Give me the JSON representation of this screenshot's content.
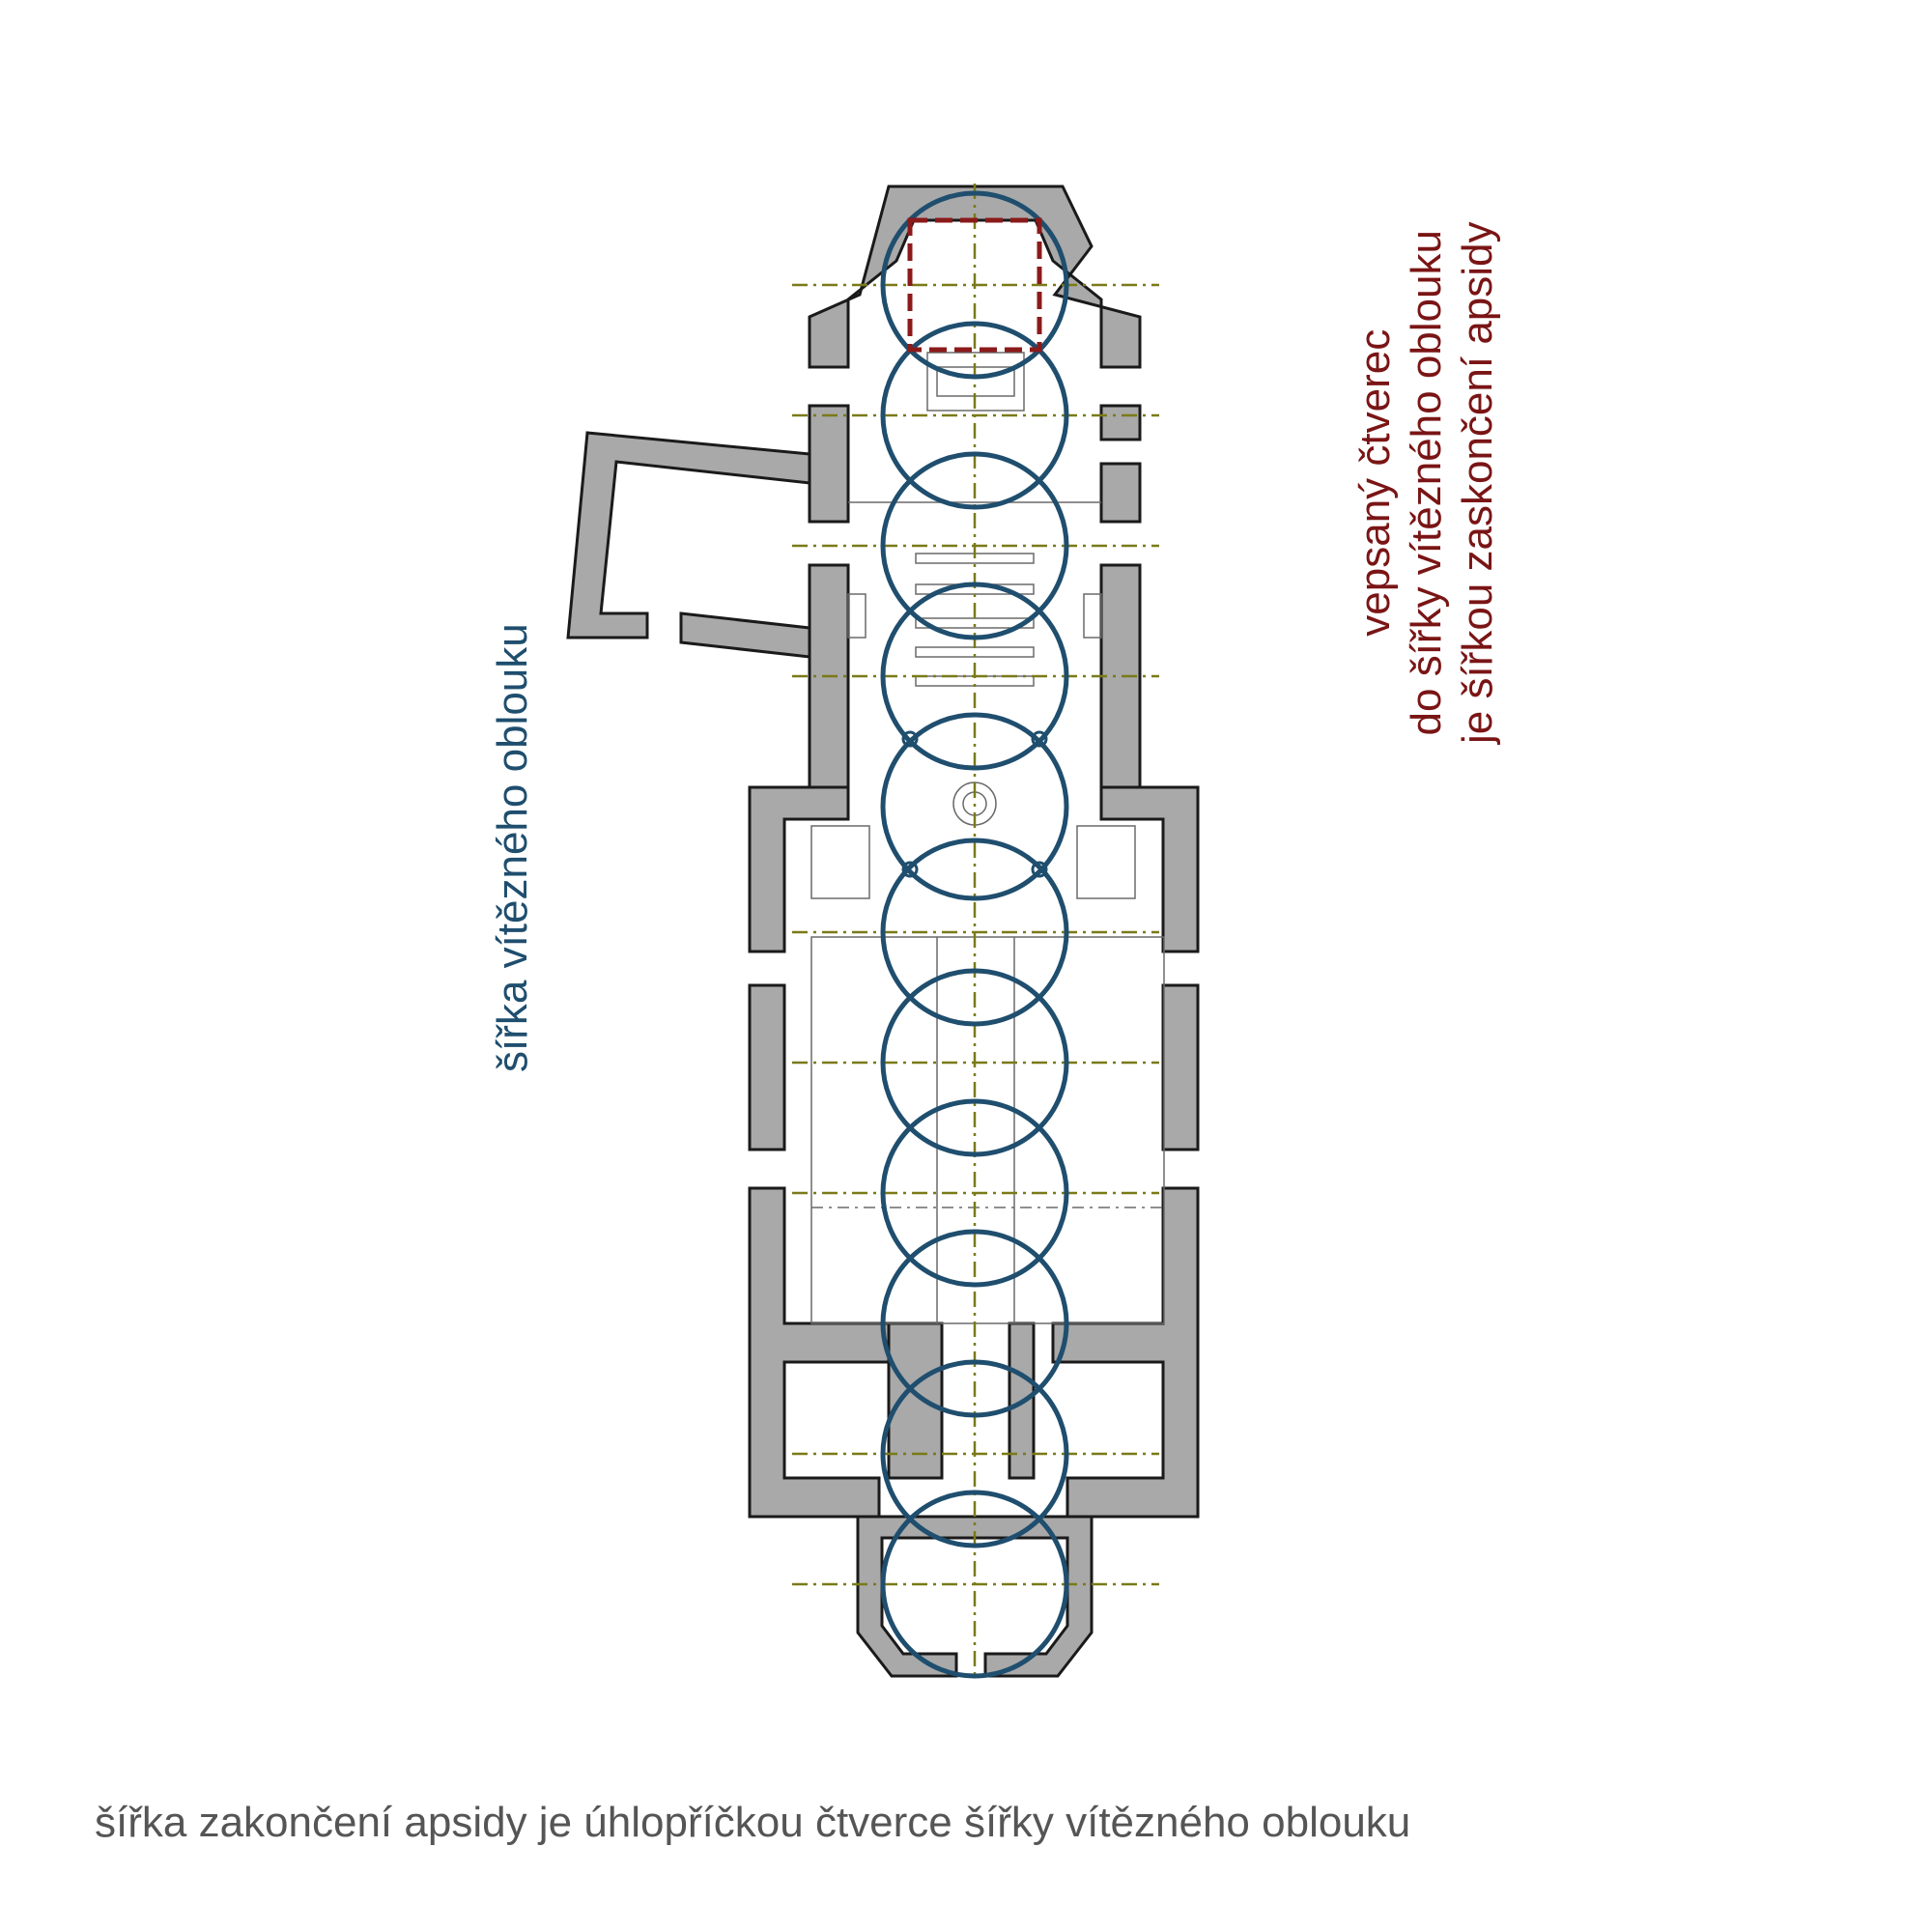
{
  "labels": {
    "left_vertical": "šířka vítězného oblouku",
    "right_vertical_lines": [
      "vepsaný čtverec",
      "do šířky vítězného oblouku",
      "je šířkou zaskončení apsidy"
    ],
    "caption": "šířka zakončení apsidy je úhlopříčkou čtverce šířky vítězného oblouku"
  },
  "colors": {
    "wall_fill": "#a9a9a9",
    "wall_stroke": "#1a1a1a",
    "circle": "#1f4e6e",
    "axis": "#7a7a1a",
    "square": "#8b1a1a",
    "left_text": "#1f4e6e",
    "right_text": "#7a1515",
    "caption_text": "#555555"
  }
}
